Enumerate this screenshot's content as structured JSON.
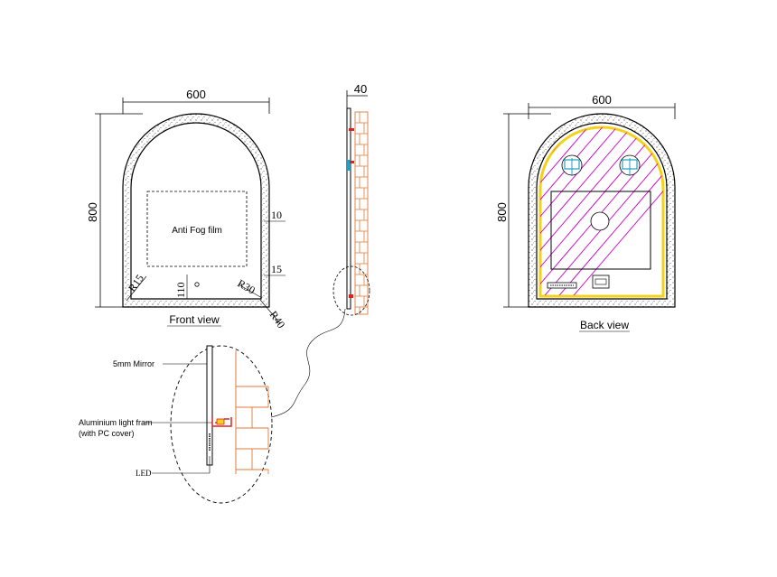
{
  "front": {
    "width_label": "600",
    "height_label": "800",
    "film_label": "Anti Fog film",
    "dim_10": "10",
    "dim_15": "15",
    "r15": "R15",
    "d110": "110",
    "r30": "R30",
    "r40": "R40",
    "caption": "Front view"
  },
  "side": {
    "depth_label": "40"
  },
  "back": {
    "width_label": "600",
    "height_label": "800",
    "caption": "Back view"
  },
  "detail": {
    "mirror_label": "5mm Mirror",
    "frame_label_1": "Aluminium light fram",
    "frame_label_2": "(with PC cover)",
    "led_label": "LED"
  },
  "colors": {
    "line": "#000000",
    "brick": "#e07a3a",
    "led_strip": "#f2d21a",
    "hatch": "#d000c8",
    "bracket": "#e02020",
    "pad": "#20a0c0"
  }
}
